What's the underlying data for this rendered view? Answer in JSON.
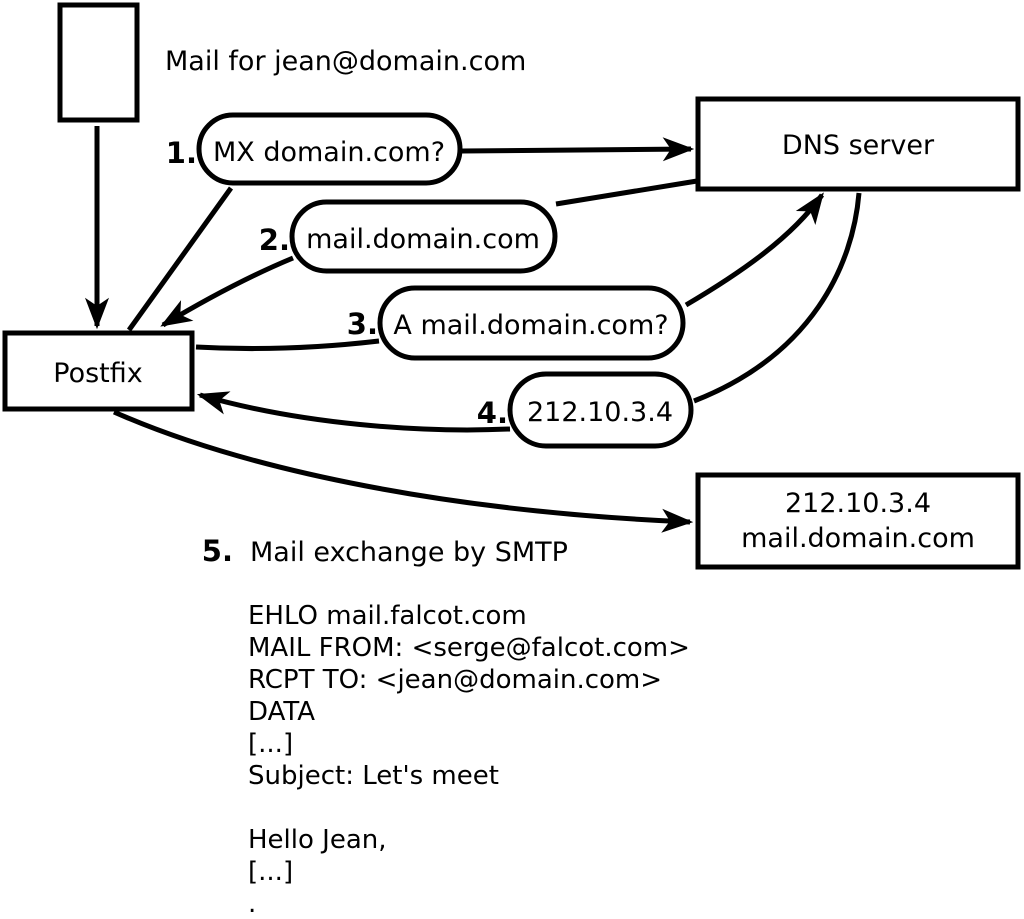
{
  "nodes": {
    "sender_label": "Mail for jean@domain.com",
    "postfix": "Postfix",
    "dns_server": "DNS server",
    "destination": {
      "line1": "212.10.3.4",
      "line2": "mail.domain.com"
    }
  },
  "steps": [
    {
      "num": "1.",
      "label": "MX domain.com?"
    },
    {
      "num": "2.",
      "label": "mail.domain.com"
    },
    {
      "num": "3.",
      "label": "A mail.domain.com?"
    },
    {
      "num": "4.",
      "label": "212.10.3.4"
    },
    {
      "num": "5.",
      "label": "Mail exchange by SMTP"
    }
  ],
  "smtp_session": [
    "EHLO mail.falcot.com",
    "MAIL FROM: <serge@falcot.com>",
    "RCPT TO: <jean@domain.com>",
    "DATA",
    "[...]",
    "Subject: Let's meet",
    "",
    "Hello Jean,",
    "[...]",
    "."
  ],
  "colors": {
    "ink": "#000000",
    "background": "#ffffff"
  }
}
